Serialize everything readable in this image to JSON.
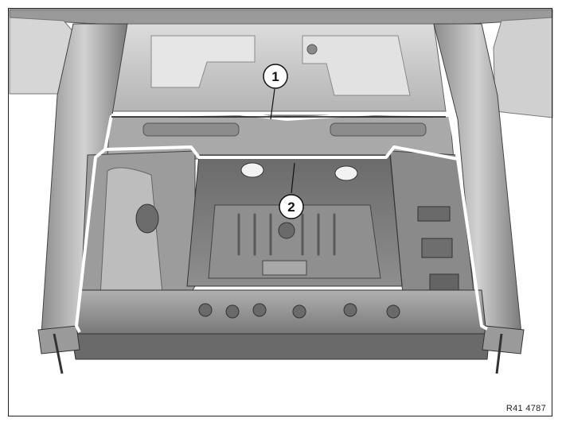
{
  "figure": {
    "reference_code": "R41 4787"
  },
  "callouts": [
    {
      "id": "1",
      "label": "1"
    },
    {
      "id": "2",
      "label": "2"
    }
  ],
  "colors": {
    "outline": "#ffffff",
    "metal_light": "#c8c8c8",
    "metal_mid": "#9d9d9d",
    "metal_dark": "#5a5a5a",
    "frame": "#222222"
  }
}
